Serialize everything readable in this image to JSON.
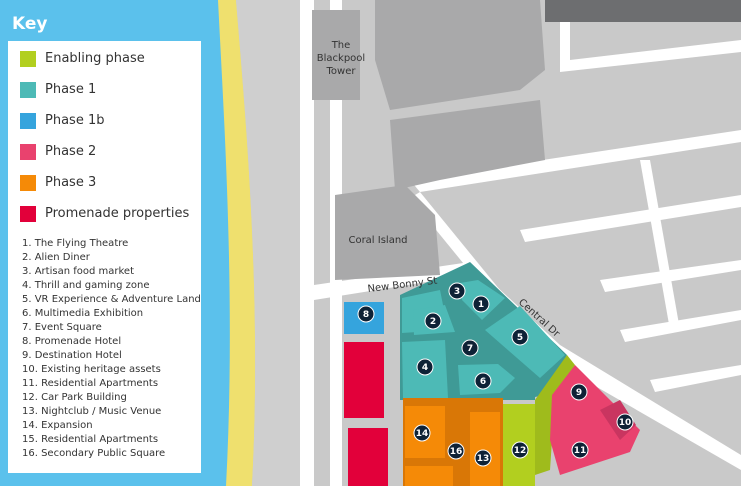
{
  "key": {
    "title": "Key",
    "legend": [
      {
        "label": "Enabling phase",
        "color": "#b2cf1f"
      },
      {
        "label": "Phase 1",
        "color": "#4dbab6"
      },
      {
        "label": "Phase 1b",
        "color": "#35a4dd"
      },
      {
        "label": "Phase 2",
        "color": "#e9426e"
      },
      {
        "label": "Phase 3",
        "color": "#f58a07"
      },
      {
        "label": "Promenade properties",
        "color": "#e2003a"
      }
    ],
    "items": [
      "1.   The Flying Theatre",
      "2.   Alien Diner",
      "3.   Artisan food market",
      "4.   Thrill and gaming zone",
      "5.   VR Experience & Adventure Land",
      "6.   Multimedia Exhibition",
      "7.   Event Square",
      "8.   Promenade Hotel",
      "9.   Destination Hotel",
      "10. Existing heritage assets",
      "11. Residential Apartments",
      "12. Car Park Building",
      "13. Nightclub / Music Venue",
      "14. Expansion",
      "15. Residential Apartments",
      "16. Secondary Public Square"
    ]
  },
  "map": {
    "labels": {
      "tower": [
        "The",
        "Blackpool",
        "Tower"
      ],
      "coral": "Coral Island",
      "bonny": "New Bonny St",
      "central": "Central Dr"
    },
    "markers": [
      "1",
      "2",
      "3",
      "4",
      "5",
      "6",
      "7",
      "8",
      "9",
      "10",
      "11",
      "12",
      "13",
      "14",
      "16"
    ]
  }
}
